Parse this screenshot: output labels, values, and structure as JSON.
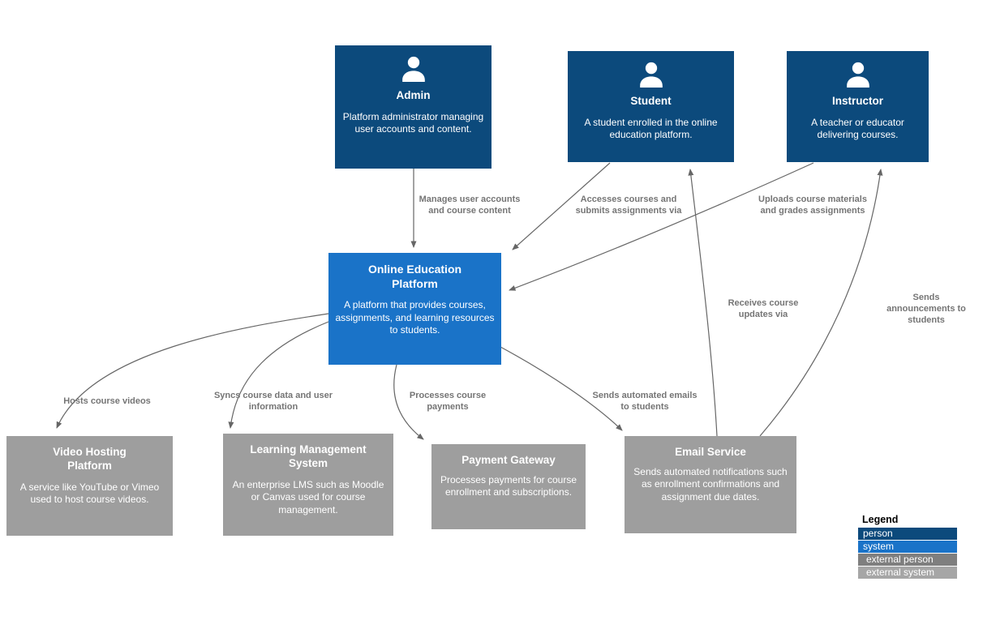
{
  "diagram": {
    "nodes": {
      "admin": {
        "type": "person",
        "title": "Admin",
        "description": "Platform administrator managing user accounts and content."
      },
      "student": {
        "type": "person",
        "title": "Student",
        "description": "A student enrolled in the online education platform."
      },
      "instructor": {
        "type": "person",
        "title": "Instructor",
        "description": "A teacher or educator delivering courses."
      },
      "platform": {
        "type": "system",
        "title": "Online Education Platform",
        "description": "A platform that provides courses, assignments, and learning resources to students."
      },
      "video": {
        "type": "external system",
        "title": "Video Hosting Platform",
        "description": "A service like YouTube or Vimeo used to host course videos."
      },
      "lms": {
        "type": "external system",
        "title": "Learning Management System",
        "description": "An enterprise LMS such as Moodle or Canvas used for course management."
      },
      "payment": {
        "type": "external system",
        "title": "Payment Gateway",
        "description": "Processes payments for course enrollment and subscriptions."
      },
      "email": {
        "type": "external system",
        "title": "Email Service",
        "description": "Sends automated notifications such as enrollment confirmations and assignment due dates."
      }
    },
    "edges": {
      "admin_platform": {
        "from": "admin",
        "to": "platform",
        "label": "Manages user accounts and course content"
      },
      "student_platform": {
        "from": "student",
        "to": "platform",
        "label": "Accesses courses and submits assignments via"
      },
      "instructor_platform": {
        "from": "instructor",
        "to": "platform",
        "label": "Uploads course materials and grades assignments"
      },
      "platform_video": {
        "from": "platform",
        "to": "video",
        "label": "Hosts course videos"
      },
      "platform_lms": {
        "from": "platform",
        "to": "lms",
        "label": "Syncs course data and user information"
      },
      "platform_payment": {
        "from": "platform",
        "to": "payment",
        "label": "Processes course payments"
      },
      "platform_email": {
        "from": "platform",
        "to": "email",
        "label": "Sends automated emails to students"
      },
      "email_student": {
        "from": "email",
        "to": "student",
        "label": "Receives course updates via"
      },
      "email_instructor": {
        "from": "email",
        "to": "instructor",
        "label": "Sends announcements to students"
      }
    },
    "legend": {
      "title": "Legend",
      "items": [
        {
          "label": "person",
          "color": "#0C4A7C"
        },
        {
          "label": "system",
          "color": "#1A73C8"
        },
        {
          "label": "external person",
          "color": "#7F7F7F"
        },
        {
          "label": "external system",
          "color": "#A6A6A6"
        }
      ]
    },
    "colors": {
      "person_box": "#0C4A7C",
      "system_box": "#1A73C8",
      "external_box": "#9E9E9E",
      "edge_line": "#666666",
      "edge_label": "#757575",
      "box_text": "#FFFFFF"
    }
  }
}
